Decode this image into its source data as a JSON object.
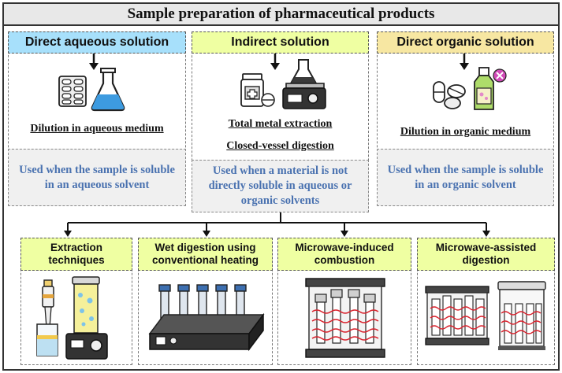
{
  "title": "Sample preparation of pharmaceutical products",
  "columns": {
    "direct_aqueous": {
      "header": "Direct aqueous solution",
      "color": "#a7e0fb",
      "label": "Dilution in aqueous medium",
      "note": "Used when the sample is soluble in an aqueous solvent"
    },
    "indirect": {
      "header": "Indirect solution",
      "color": "#efffa2",
      "label1": "Total metal extraction",
      "label2": "Closed-vessel digestion",
      "note": "Used when a material is not directly soluble in aqueous or organic solvents"
    },
    "direct_organic": {
      "header": "Direct organic solution",
      "color": "#f7e7a2",
      "label": "Dilution in organic medium",
      "note": "Used when the sample is soluble in an organic solvent"
    }
  },
  "methods": [
    {
      "label": "Extraction techniques"
    },
    {
      "label": "Wet digestion using conventional heating"
    },
    {
      "label": "Microwave-induced combustion"
    },
    {
      "label": "Microwave-assisted digestion"
    }
  ],
  "colors": {
    "note_text": "#4a72b0",
    "note_bg": "#f0f0f0",
    "flask_liquid": "#3d9be0",
    "method_header": "#efffa2",
    "coil": "#d9232e"
  }
}
